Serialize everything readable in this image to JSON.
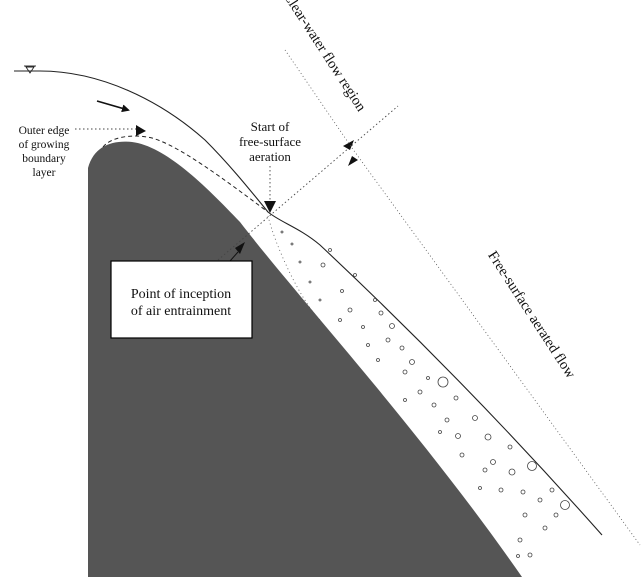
{
  "labels": {
    "clear_water": "Clear-water flow region",
    "free_surface_aerated": "Free-surface aerated flow",
    "start_aeration": [
      "Start of",
      "free-surface",
      "aeration"
    ],
    "outer_edge": [
      "Outer edge",
      "of growing",
      "boundary",
      "layer"
    ],
    "inception": [
      "Point of inception",
      "of air entrainment"
    ]
  },
  "colors": {
    "spillway": "#555555",
    "line": "#222222",
    "box_border": "#000000",
    "background": "#ffffff"
  },
  "icons": {
    "flow_direction": "arrow-right-icon",
    "water_level": "water-level-triangle-icon"
  }
}
